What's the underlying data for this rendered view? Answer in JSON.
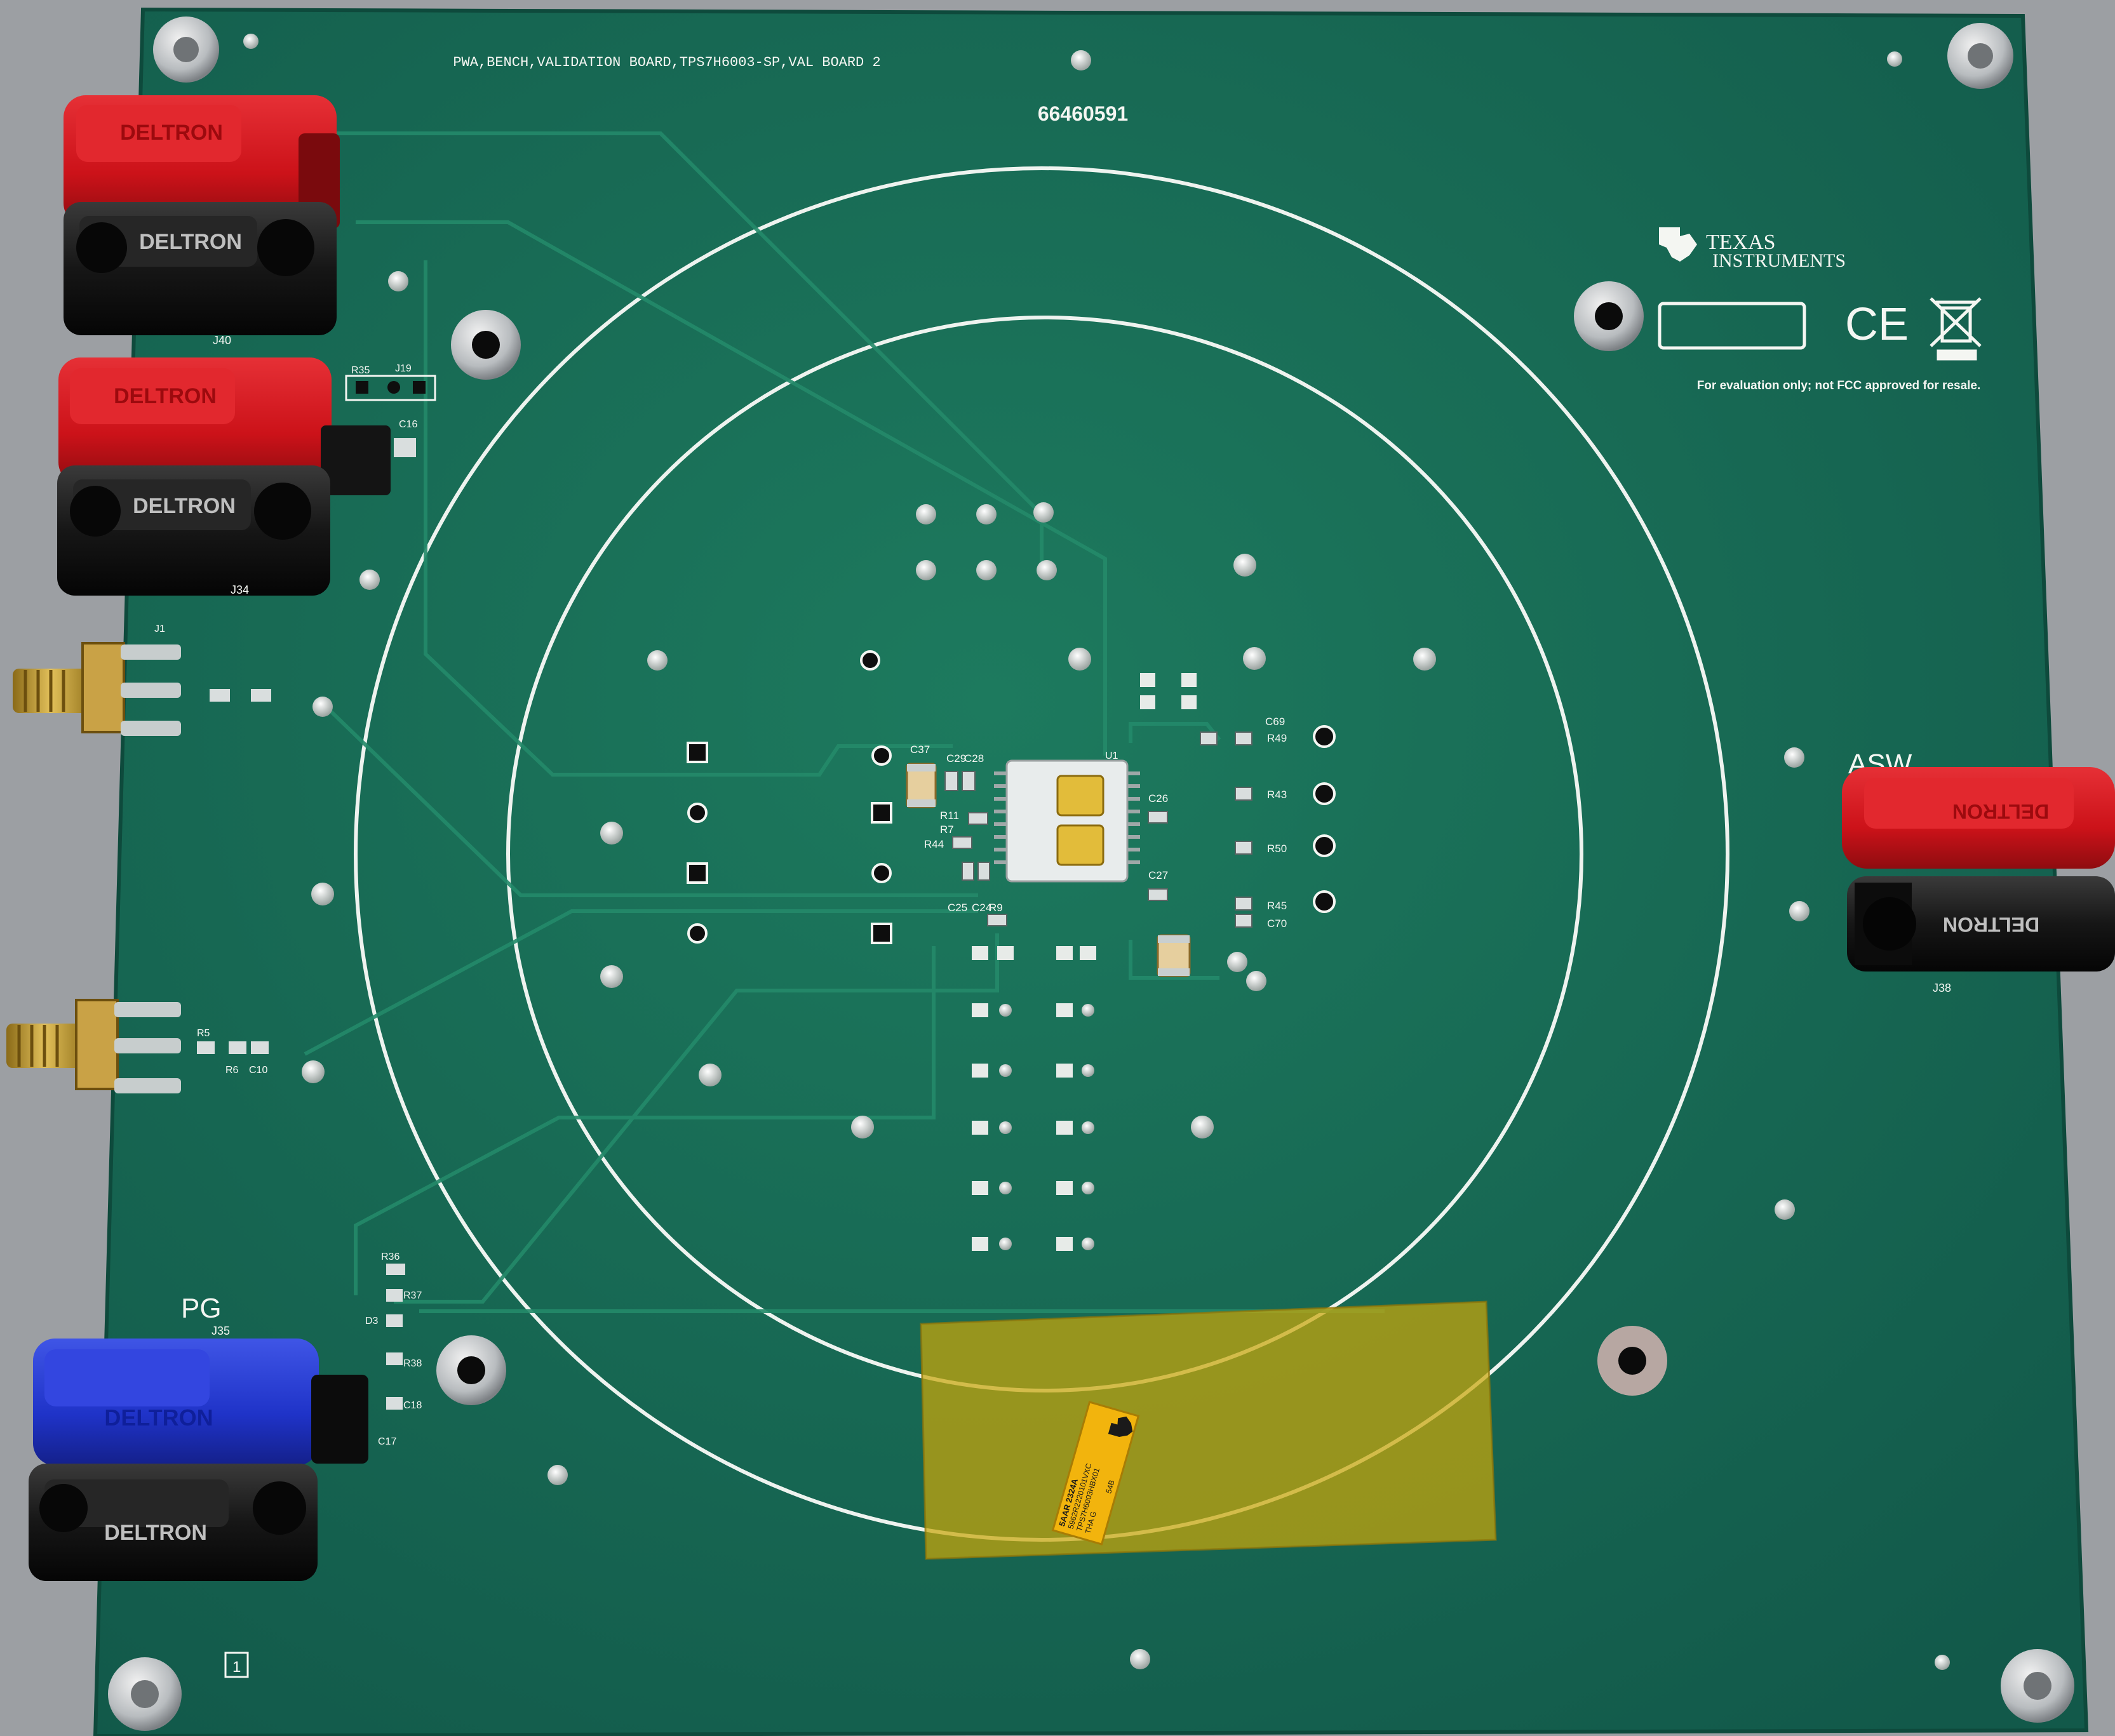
{
  "board": {
    "title_silk": "PWA,BENCH,VALIDATION BOARD,TPS7H6003-SP,VAL BOARD 2",
    "part_number": "66460591",
    "brand_line1": "TEXAS",
    "brand_line2": "INSTRUMENTS",
    "ce_mark": "CE",
    "disclaimer": "For evaluation only; not FCC approved for resale.",
    "corner_mark": "1"
  },
  "connectors": {
    "binding_post_brand": "DELTRON",
    "labels": {
      "j40": "J40",
      "j34": "J34",
      "j35": "J35",
      "j38": "J38",
      "j1": "J1",
      "j19": "J19",
      "pg": "PG",
      "asw": "ASW"
    }
  },
  "components": {
    "u1": "U1",
    "c37": "C37",
    "c29": "C29",
    "c28": "C28",
    "r11": "R11",
    "r7": "R7",
    "r44": "R44",
    "c25": "C25",
    "c24": "C24",
    "r9": "R9",
    "c26": "C26",
    "c27": "C27",
    "c69": "C69",
    "r49": "R49",
    "r43": "R43",
    "r50": "R50",
    "r45": "R45",
    "c70": "C70",
    "r35": "R35",
    "c16": "C16",
    "r5": "R5",
    "r6": "R6",
    "c10": "C10",
    "r36": "R36",
    "r37": "R37",
    "r38": "R38",
    "d3": "D3",
    "c18": "C18",
    "c17": "C17"
  },
  "tape_label": {
    "line1": "5AAR 2324A",
    "line2": "5962R2220101VXC",
    "line3": "TPS7H6003HBX01",
    "line4": "THA  G",
    "line5": "54B"
  },
  "colors": {
    "pcb": "#176a52",
    "silkscreen": "#f4f6f2",
    "red_post": "#d5161b",
    "black_post": "#141414",
    "blue_post": "#1f33c8",
    "kapton": "#c9a60a",
    "label": "#f2b40d"
  }
}
